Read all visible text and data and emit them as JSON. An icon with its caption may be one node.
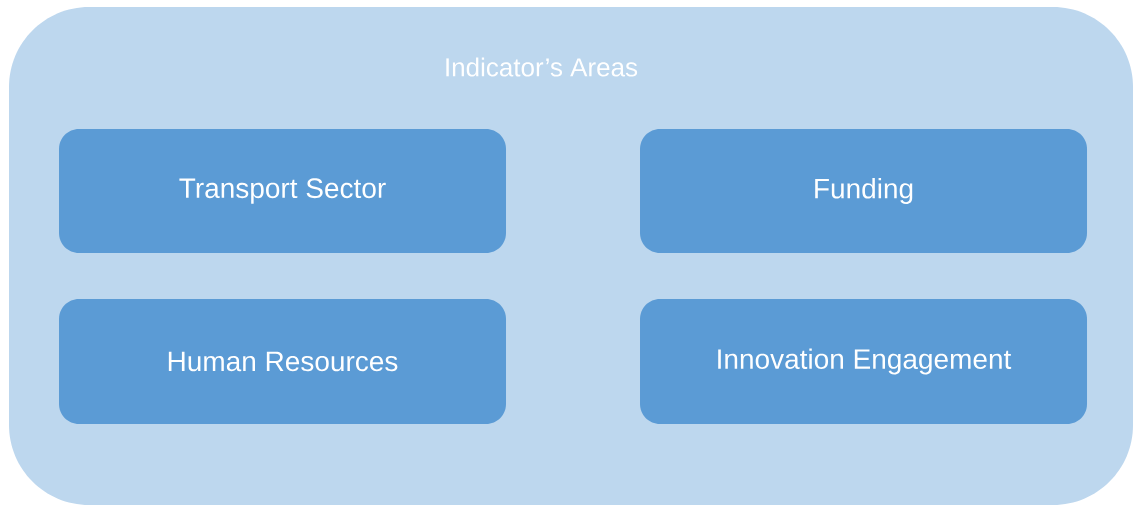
{
  "diagram": {
    "nodes": [
      {
        "text": [
          "Indicator’s Areas"
        ]
      },
      {
        "text": [
          "Transport Sector"
        ],
        "in": 0
      },
      {
        "text": [
          "Funding"
        ],
        "in": 0
      },
      {
        "text": [
          "Human Resources"
        ],
        "in": 0
      },
      {
        "text": [
          "Innovation Engagement"
        ],
        "in": 0
      }
    ]
  }
}
